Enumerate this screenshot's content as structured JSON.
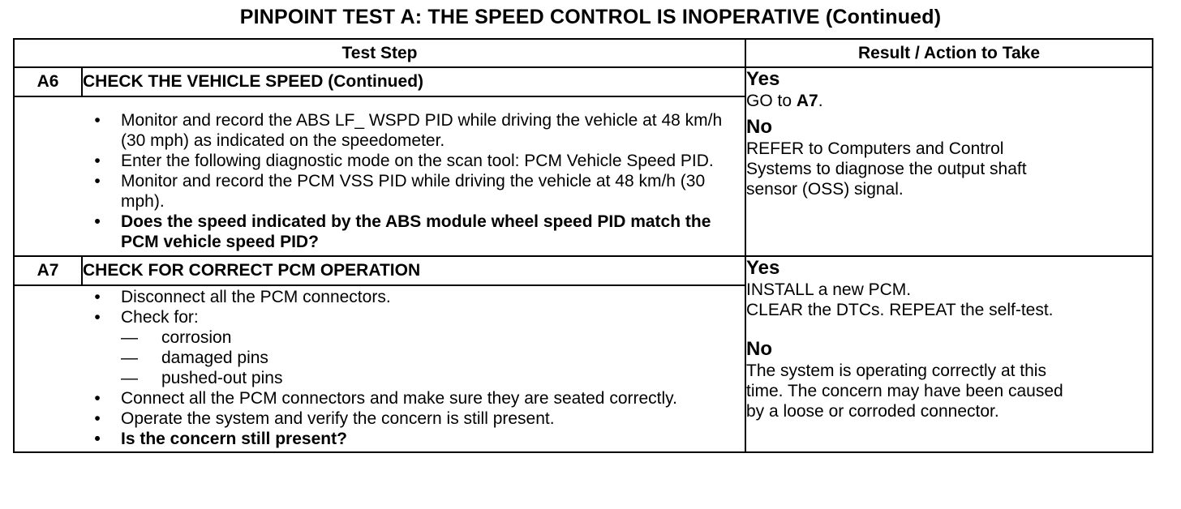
{
  "title": "PINPOINT TEST  A: THE SPEED CONTROL IS INOPERATIVE (Continued)",
  "headers": {
    "test_step": "Test Step",
    "result": "Result / Action to Take"
  },
  "steps": [
    {
      "id": "A6",
      "title": "CHECK THE VEHICLE SPEED (Continued)",
      "bullets": [
        "Monitor and record the ABS LF_  WSPD PID while driving the vehicle at 48 km/h (30 mph) as indicated on the speedometer.",
        "Enter the following diagnostic mode on the scan tool: PCM Vehicle Speed PID.",
        "Monitor and record the PCM VSS PID while driving the vehicle at 48 km/h (30 mph).",
        "Does the speed indicated by the ABS module wheel speed PID match the PCM vehicle speed PID?"
      ],
      "result": {
        "yes_label": "Yes",
        "yes_go": "GO to",
        "yes_target": "A7",
        "yes_period": ".",
        "no_label": "No",
        "no_lines": [
          "REFER to Computers and Control",
          "Systems to diagnose the output shaft",
          "sensor (OSS) signal."
        ]
      }
    },
    {
      "id": "A7",
      "title": "CHECK FOR CORRECT PCM OPERATION",
      "bullets": [
        "Disconnect all the PCM connectors.",
        "Check for:",
        "Connect all the PCM connectors and make sure they are seated correctly.",
        "Operate the system and verify the concern is still present.",
        "Is the concern still present?"
      ],
      "sub_items": [
        "corrosion",
        "damaged pins",
        "pushed-out pins"
      ],
      "result": {
        "yes_label": "Yes",
        "yes_lines": [
          "INSTALL a new PCM.",
          "CLEAR the DTCs. REPEAT the self-test."
        ],
        "no_label": "No",
        "no_lines": [
          "The system is operating correctly at this",
          "time. The concern may have been caused",
          "by a loose or corroded connector."
        ]
      }
    }
  ],
  "glyphs": {
    "bullet": "•",
    "dash": "—"
  }
}
